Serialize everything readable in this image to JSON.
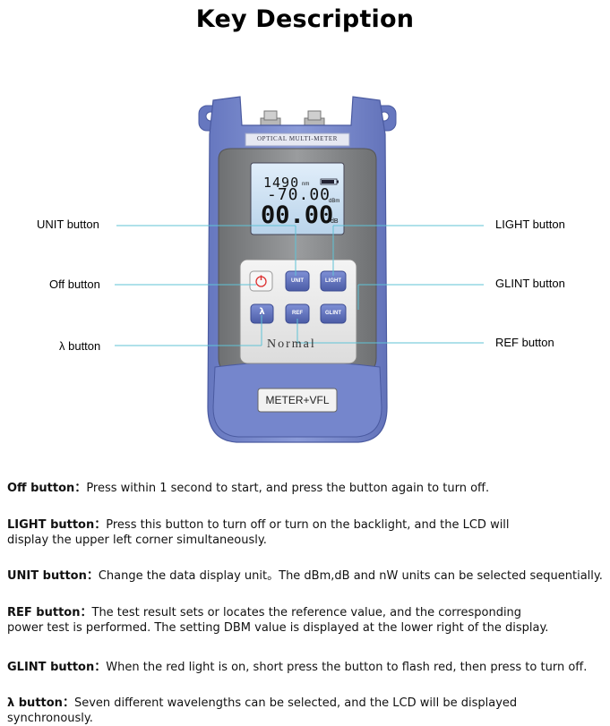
{
  "title": "Key Description",
  "device": {
    "label_top": "OPTICAL MULTI-METER",
    "screen_line1": "1490",
    "screen_line1_unit": "nm",
    "screen_line2": "-70.00",
    "screen_line2_unit": "dBm",
    "screen_line3": "00.00",
    "screen_line3_unit": "dB",
    "btn_unit": "UNIT",
    "btn_light": "LIGHT",
    "btn_lambda": "λ",
    "btn_ref": "REF",
    "btn_glint": "GLINT",
    "mode_text": "Normal",
    "model_label": "METER+VFL"
  },
  "callouts": {
    "unit": "UNIT button",
    "light": "LIGHT button",
    "off": "Off button",
    "glint": "GLINT button",
    "lambda": "λ button",
    "ref": "REF button"
  },
  "descriptions": [
    {
      "term": "Off button",
      "sep": "：",
      "text": "Press within 1 second to start, and press the button again to turn off."
    },
    {
      "term": "LIGHT button",
      "sep": "：",
      "text": "Press this button to turn off or turn on the backlight, and the LCD will display the upper left corner simultaneously."
    },
    {
      "term": "UNIT button",
      "sep": "：",
      "text": "Change the data display unit。The dBm,dB and nW units can be selected sequentially."
    },
    {
      "term": "REF button",
      "sep": "：",
      "text": "The test result sets or locates the reference value, and the corresponding power test is performed. The setting DBM value is displayed at the lower right of the display."
    },
    {
      "term": "GLINT button",
      "sep": "：",
      "text": "When the red light is on, short press the button to flash red, then press to turn off."
    },
    {
      "term": "λ button",
      "sep": "：",
      "text": "Seven different wavelengths can be selected, and the LCD will be displayed synchronously."
    }
  ],
  "colors": {
    "body_blue": "#7d8fcf",
    "body_blue_dark": "#5d6fb3",
    "panel_gray": "#8a8c8e",
    "screen": "#cfe2f2",
    "callout_line": "#5fc3d6"
  }
}
